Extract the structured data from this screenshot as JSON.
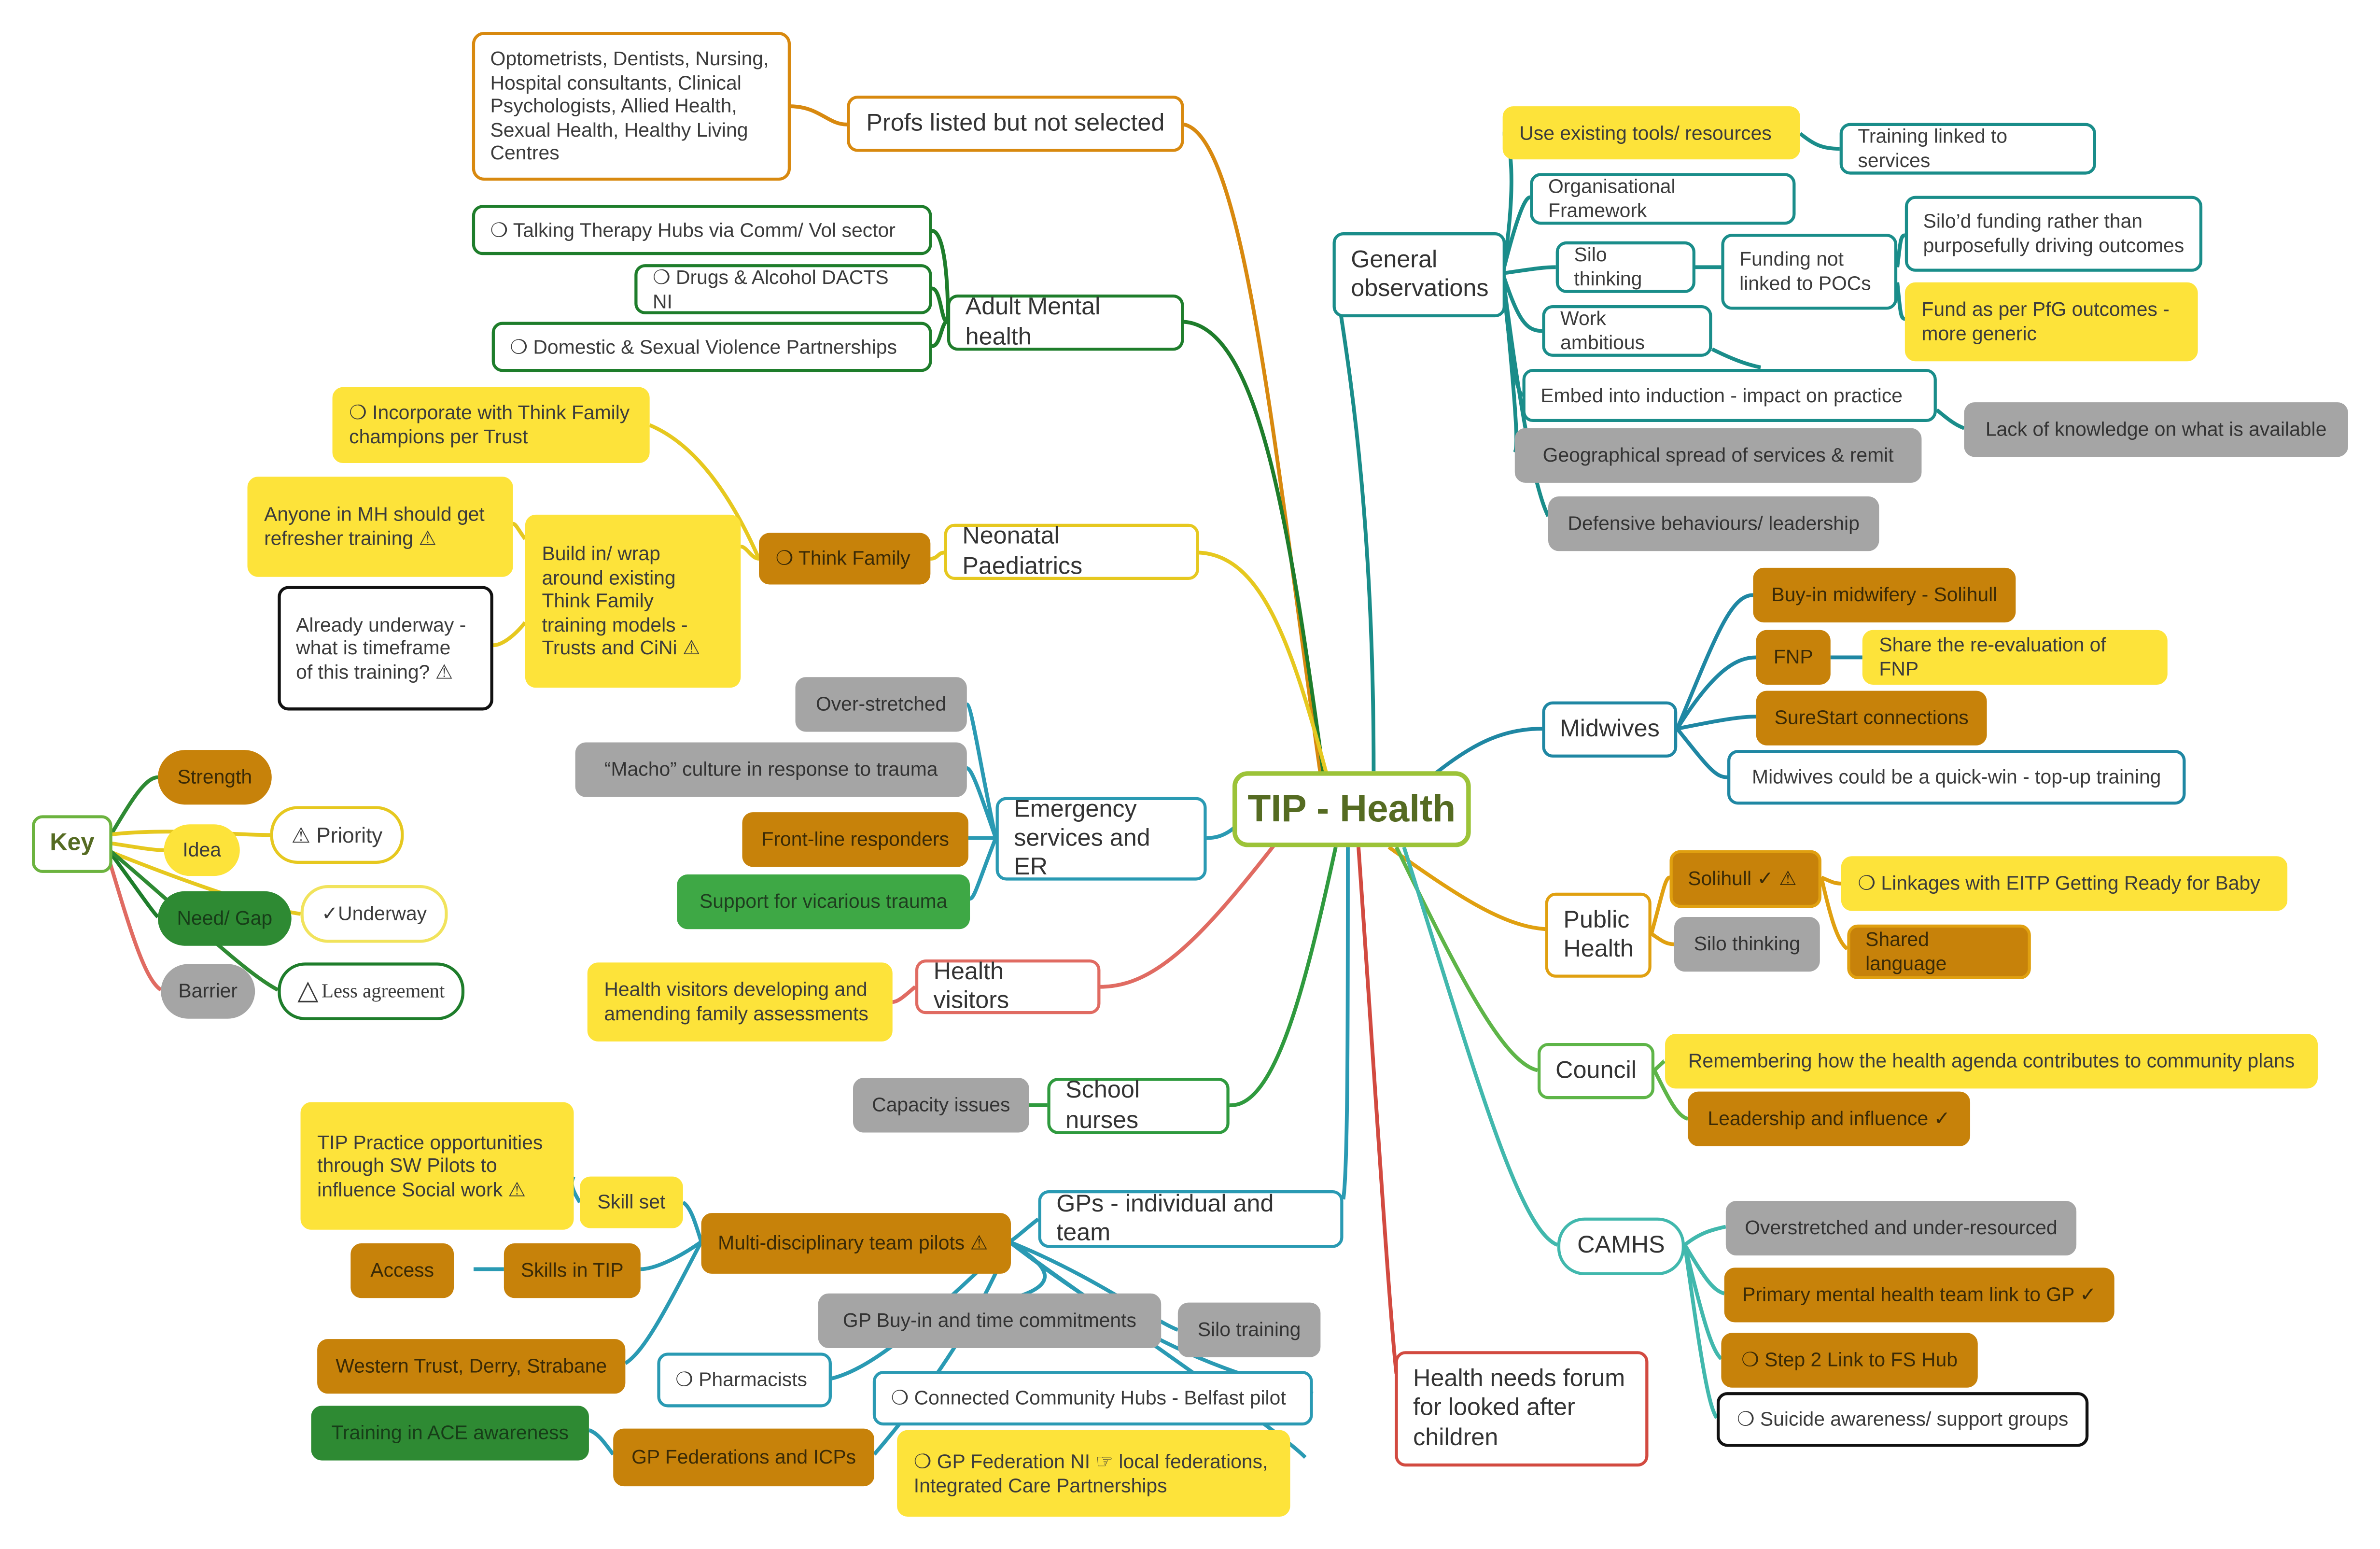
{
  "title": "TIP - Health",
  "key": {
    "label": "Key",
    "strength": "Strength",
    "idea": "Idea",
    "need_gap": "Need/ Gap",
    "barrier": "Barrier",
    "priority": "⚠ Priority",
    "underway": "✓Underway",
    "less_agreement": "Less agreement"
  },
  "profs": {
    "label": "Profs listed but not selected",
    "detail": "Optometrists, Dentists, Nursing,\nHospital consultants, Clinical\nPsychologists, Allied Health,\nSexual Health, Healthy Living\nCentres"
  },
  "adult_mh": {
    "label": "Adult Mental health",
    "items": [
      "❍ Talking Therapy Hubs via Comm/ Vol sector",
      "❍ Drugs & Alcohol DACTS NI",
      "❍ Domestic & Sexual Violence Partnerships"
    ]
  },
  "neonatal": {
    "label": "Neonatal Paediatrics",
    "think_family": "❍ Think Family",
    "incorporate": "❍ Incorporate with Think Family\nchampions per Trust",
    "build_in": "Build in/ wrap\naround existing\nThink Family\ntraining models -\nTrusts and CiNi ⚠",
    "anyone_mh": "Anyone in MH should get\nrefresher training ⚠",
    "underway": "Already underway -\nwhat is timeframe\nof this training? ⚠"
  },
  "emergency": {
    "label": "Emergency\nservices and ER",
    "items": [
      "Over-stretched",
      "“Macho” culture in response to trauma",
      "Front-line responders",
      "Support for vicarious trauma"
    ]
  },
  "health_visitors": {
    "label": "Health visitors",
    "detail": "Health visitors developing and\namending family assessments"
  },
  "school_nurses": {
    "label": "School nurses",
    "detail": "Capacity issues"
  },
  "gps": {
    "label": "GPs - individual and team",
    "mdt": "Multi-disciplinary team pilots ⚠",
    "skill_set": "Skill set",
    "tip_practice": "TIP Practice opportunities\nthrough SW Pilots to\ninfluence Social work ⚠",
    "skills_tip": "Skills in TIP",
    "access": "Access",
    "western": "Western Trust, Derry, Strabane",
    "buy_in": "GP Buy-in and time commitments",
    "silo_training": "Silo training",
    "pharmacists": "❍ Pharmacists",
    "hubs": "❍ Connected Community Hubs - Belfast pilot",
    "federations": "GP Federations and ICPs",
    "ace": "Training in ACE awareness",
    "gp_fed_ni": "❍ GP Federation NI ☞ local federations,\nIntegrated Care Partnerships"
  },
  "general": {
    "label": "General\nobservations",
    "use_tools": "Use existing tools/ resources",
    "training_linked": "Training linked to services",
    "org_framework": "Organisational Framework",
    "silo_thinking": "Silo thinking",
    "funding_not_linked": "Funding not\nlinked to POCs",
    "silod_funding": "Silo’d funding rather than\npurposefully driving outcomes",
    "fund_pfg": "Fund as per PfG outcomes -\nmore generic",
    "work_ambitious": "Work ambitious",
    "embed": "Embed into induction - impact on practice",
    "lack_knowledge": "Lack of knowledge on what is available",
    "geo_spread": "Geographical spread of services & remit",
    "defensive": "Defensive behaviours/ leadership"
  },
  "midwives": {
    "label": "Midwives",
    "buy_in": "Buy-in midwifery - Solihull",
    "fnp": "FNP",
    "share_fnp": "Share the re-evaluation of FNP",
    "surestart": "SureStart connections",
    "quick_win": "Midwives could be a quick-win - top-up training"
  },
  "public_health": {
    "label": "Public\nHealth",
    "solihull": "Solihull ✓ ⚠",
    "silo": "Silo thinking",
    "eitp": "❍ Linkages with EITP Getting Ready for Baby",
    "shared_language": "Shared language"
  },
  "council": {
    "label": "Council",
    "remembering": "Remembering how the health agenda contributes to community plans",
    "leadership": "Leadership and influence ✓"
  },
  "camhs": {
    "label": "CAMHS",
    "overstretched": "Overstretched and under-resourced",
    "primary": "Primary mental health team link to GP ✓",
    "step2": "❍ Step 2 Link to FS Hub",
    "suicide": "❍ Suicide awareness/ support groups"
  },
  "forum": {
    "label": "Health needs forum\nfor looked after\nchildren"
  },
  "colors": {
    "yellow": "#fde33a",
    "brown": "#c7820a",
    "grey": "#a5a5a5",
    "green": "#3ea845",
    "central_border": "#9cc338"
  }
}
